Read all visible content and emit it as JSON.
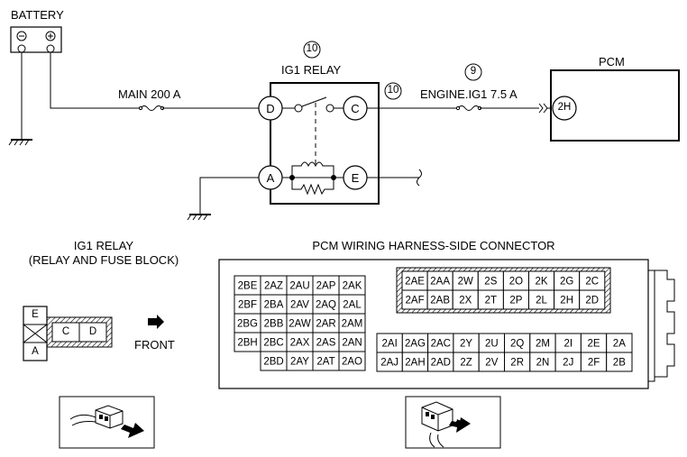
{
  "schematic": {
    "battery_label": "BATTERY",
    "battery_minus": "⊖",
    "battery_plus": "⊕",
    "main_fuse_label": "MAIN 200 A",
    "relay_ref_top": "10",
    "relay_title": "IG1 RELAY",
    "wire_ref": "10",
    "engine_fuse_ref": "9",
    "engine_fuse_label": "ENGINE.IG1 7.5 A",
    "pcm_label": "PCM",
    "pcm_terminal": "2H",
    "relay_terminals": {
      "D": "D",
      "C": "C",
      "A": "A",
      "E": "E"
    }
  },
  "relay_connector": {
    "title_line1": "IG1 RELAY",
    "title_line2": "(RELAY AND FUSE BLOCK)",
    "pins": {
      "E": "E",
      "A": "A",
      "C": "C",
      "D": "D"
    },
    "front_label": "FRONT"
  },
  "pcm_connector": {
    "title": "PCM WIRING HARNESS-SIDE CONNECTOR",
    "left_block": [
      [
        "2BE",
        "2AZ",
        "2AU",
        "2AP",
        "2AK"
      ],
      [
        "2BF",
        "2BA",
        "2AV",
        "2AQ",
        "2AL"
      ],
      [
        "2BG",
        "2BB",
        "2AW",
        "2AR",
        "2AM"
      ],
      [
        "2BH",
        "2BC",
        "2AX",
        "2AS",
        "2AN"
      ],
      [
        "",
        "2BD",
        "2AY",
        "2AT",
        "2AO"
      ]
    ],
    "top_block": [
      [
        "2AE",
        "2AA",
        "2W",
        "2S",
        "2O",
        "2K",
        "2G",
        "2C"
      ],
      [
        "2AF",
        "2AB",
        "2X",
        "2T",
        "2P",
        "2L",
        "2H",
        "2D"
      ]
    ],
    "bottom_block": [
      [
        "2AI",
        "2AG",
        "2AC",
        "2Y",
        "2U",
        "2Q",
        "2M",
        "2I",
        "2E",
        "2A"
      ],
      [
        "2AJ",
        "2AH",
        "2AD",
        "2Z",
        "2V",
        "2R",
        "2N",
        "2J",
        "2F",
        "2B"
      ]
    ]
  }
}
